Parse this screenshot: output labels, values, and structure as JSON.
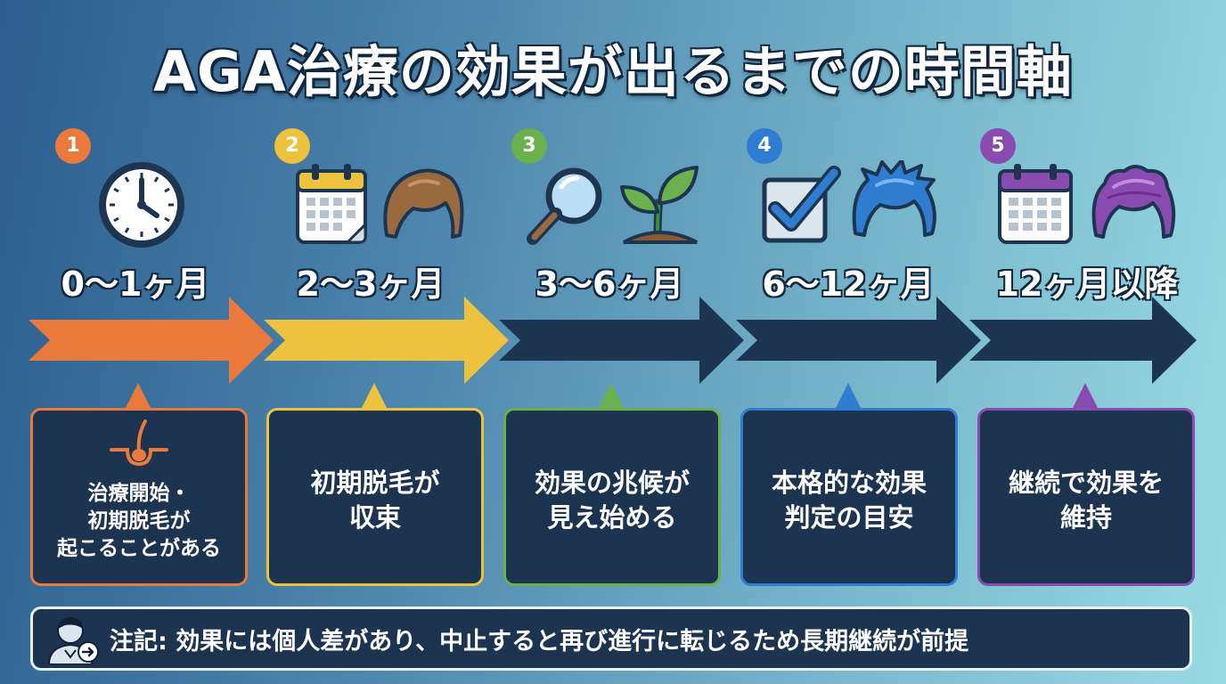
{
  "title": "AGA治療の効果が出るまでの時間軸",
  "stages": [
    {
      "number": "1",
      "period": "0〜1ヶ月",
      "description": "治療開始・\n初期脱毛が\n起こることがある",
      "color": "#ea7a3b",
      "icons": [
        "clock-icon",
        "hair-follicle-icon"
      ]
    },
    {
      "number": "2",
      "period": "2〜3ヶ月",
      "description": "初期脱毛が\n収束",
      "color": "#ecc23e",
      "icons": [
        "calendar-icon",
        "hair-icon"
      ]
    },
    {
      "number": "3",
      "period": "3〜6ヶ月",
      "description": "効果の兆候が\n見え始める",
      "color": "#6ab04c",
      "icons": [
        "magnifier-icon",
        "sprout-icon"
      ]
    },
    {
      "number": "4",
      "period": "6〜12ヶ月",
      "description": "本格的な効果\n判定の目安",
      "color": "#2e7dd1",
      "icons": [
        "checkbox-icon",
        "hair-icon"
      ]
    },
    {
      "number": "5",
      "period": "12ヶ月以降",
      "description": "継続で効果を\n維持",
      "color": "#8a4bb0",
      "icons": [
        "calendar-icon",
        "hair-icon"
      ]
    }
  ],
  "note": {
    "text": "注記: 効果には個人差があり、中止すると再び進行に転じるため長期継続が前提",
    "icon": "person-icon"
  },
  "colors": {
    "dark": "#1c3450",
    "arrow_dark": "#1d3550",
    "hair_brown": "#9a6a3f",
    "hair_blue": "#2e7dd1",
    "hair_purple": "#8a4bb0"
  }
}
